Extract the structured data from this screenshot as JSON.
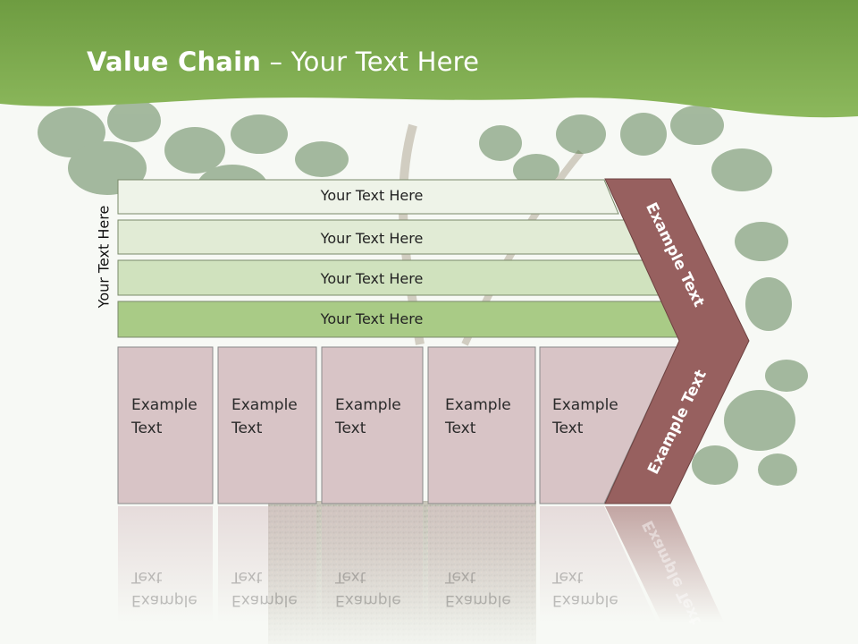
{
  "slide": {
    "title_bold": "Value Chain",
    "title_rest": " – Your Text Here",
    "vertical_label": "Your Text Here",
    "rows": [
      {
        "label": "Your Text Here"
      },
      {
        "label": "Your Text Here"
      },
      {
        "label": "Your Text Here"
      },
      {
        "label": "Your Text Here"
      }
    ],
    "boxes": [
      {
        "line1": "Example",
        "line2": "Text"
      },
      {
        "line1": "Example",
        "line2": "Text"
      },
      {
        "line1": "Example",
        "line2": "Text"
      },
      {
        "line1": "Example",
        "line2": "Text"
      },
      {
        "line1": "Example",
        "line2": "Text"
      }
    ],
    "chevron_upper": "Example Text",
    "chevron_lower": "Example Text"
  },
  "colors": {
    "header_green": "#7fae4e",
    "row1": "#eef3e8",
    "row2": "#e1ebd5",
    "row3": "#d0e2be",
    "row4": "#a9cb86",
    "box": "#d8c4c6",
    "chevron": "#97605f"
  }
}
